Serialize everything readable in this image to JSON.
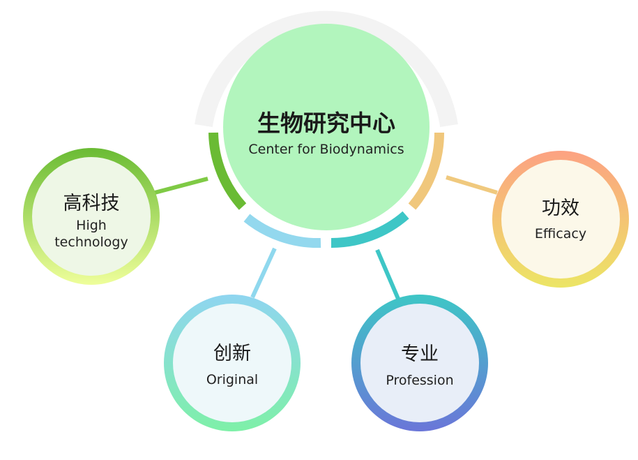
{
  "center": {
    "title_zh": "生物研究中心",
    "title_en": "Center for Biodynamics"
  },
  "nodes": [
    {
      "key": "high-tech",
      "zh": "高科技",
      "en_lines": [
        "High",
        "technology"
      ]
    },
    {
      "key": "original",
      "zh": "创新",
      "en_lines": [
        "Original"
      ]
    },
    {
      "key": "profession",
      "zh": "专业",
      "en_lines": [
        "Profession"
      ]
    },
    {
      "key": "efficacy",
      "zh": "功效",
      "en_lines": [
        "Efficacy"
      ]
    }
  ],
  "colors": {
    "center_fill": "#b2f5bd",
    "high_tech": [
      "#6abb34",
      "#eefe9a"
    ],
    "original": [
      "#8fd5f0",
      "#7ef0a8"
    ],
    "profession": [
      "#3ec6c6",
      "#6a76d8"
    ],
    "efficacy": [
      "#fca282",
      "#ece565"
    ]
  }
}
